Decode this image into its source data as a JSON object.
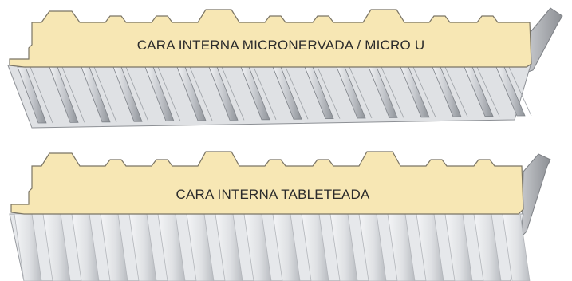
{
  "panels": [
    {
      "label": "CARA INTERNA MICRONERVADA / MICRO U",
      "core_color": "#f7e7b4",
      "face_style": "micro-ribbed"
    },
    {
      "label": "CARA INTERNA TABLETEADA",
      "core_color": "#f7e7b4",
      "face_style": "planked"
    }
  ],
  "colors": {
    "core_fill": "#f7e7b4",
    "core_stroke": "#7a7464",
    "steel_light": "#e9ebee",
    "steel_mid": "#c9ccd1",
    "steel_dark": "#8f9399",
    "edge_gray": "#a9acb0"
  }
}
